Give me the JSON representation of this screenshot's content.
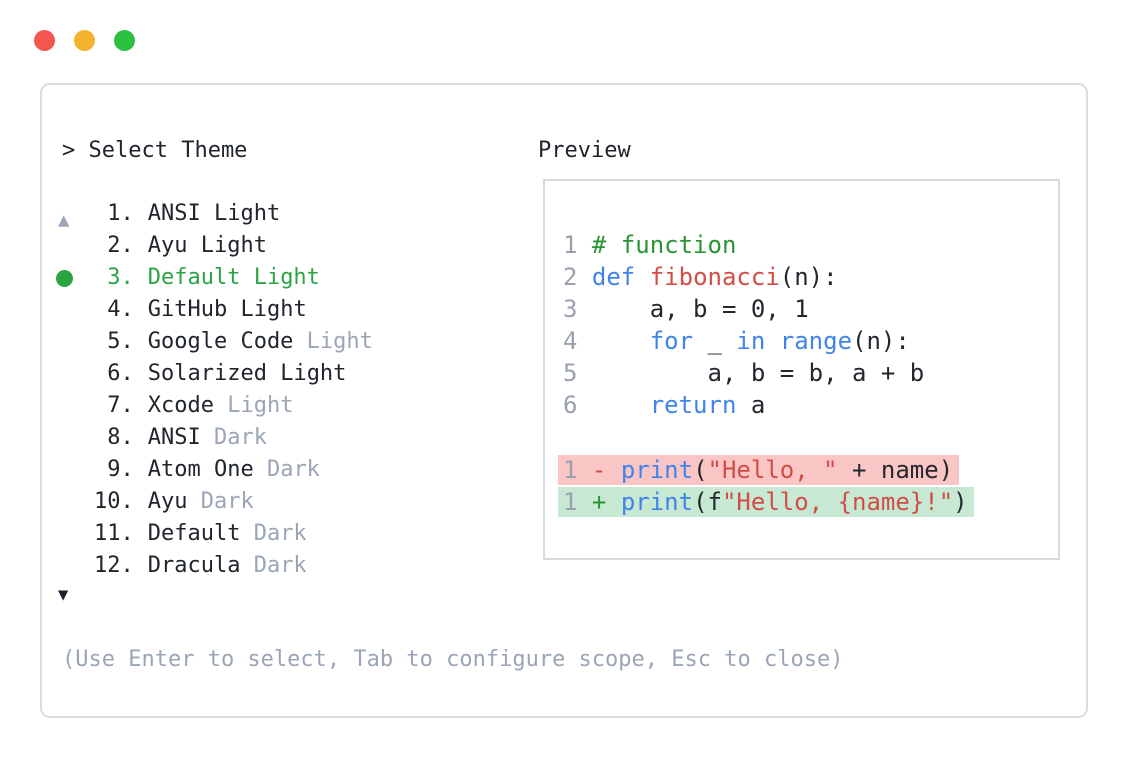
{
  "window": {
    "traffic_lights": [
      {
        "name": "close",
        "color": "#f2564f"
      },
      {
        "name": "minimize",
        "color": "#f3b32d"
      },
      {
        "name": "zoom",
        "color": "#2cc041"
      }
    ]
  },
  "theme_selector": {
    "prompt": "> Select Theme",
    "scroll_up_icon": "▲",
    "scroll_down_icon": "▼",
    "selected_index": 2,
    "items": [
      {
        "num": "1.",
        "name": "ANSI",
        "suffix": "Light",
        "suffix_muted": false,
        "selected": false
      },
      {
        "num": "2.",
        "name": "Ayu",
        "suffix": "Light",
        "suffix_muted": false,
        "selected": false
      },
      {
        "num": "3.",
        "name": "Default",
        "suffix": "Light",
        "suffix_muted": false,
        "selected": true
      },
      {
        "num": "4.",
        "name": "GitHub",
        "suffix": "Light",
        "suffix_muted": false,
        "selected": false
      },
      {
        "num": "5.",
        "name": "Google Code",
        "suffix": "Light",
        "suffix_muted": true,
        "selected": false
      },
      {
        "num": "6.",
        "name": "Solarized",
        "suffix": "Light",
        "suffix_muted": false,
        "selected": false
      },
      {
        "num": "7.",
        "name": "Xcode",
        "suffix": "Light",
        "suffix_muted": true,
        "selected": false
      },
      {
        "num": "8.",
        "name": "ANSI",
        "suffix": "Dark",
        "suffix_muted": true,
        "selected": false
      },
      {
        "num": "9.",
        "name": "Atom One",
        "suffix": "Dark",
        "suffix_muted": true,
        "selected": false
      },
      {
        "num": "10.",
        "name": "Ayu",
        "suffix": "Dark",
        "suffix_muted": true,
        "selected": false
      },
      {
        "num": "11.",
        "name": "Default",
        "suffix": "Dark",
        "suffix_muted": true,
        "selected": false
      },
      {
        "num": "12.",
        "name": "Dracula",
        "suffix": "Dark",
        "suffix_muted": true,
        "selected": false
      }
    ],
    "footer_hint": "(Use Enter to select, Tab to configure scope, Esc to close)"
  },
  "preview": {
    "label": "Preview",
    "code_lines": [
      {
        "ln": "1",
        "diff": "none",
        "tokens": [
          [
            "g",
            "# function"
          ]
        ]
      },
      {
        "ln": "2",
        "diff": "none",
        "tokens": [
          [
            "b",
            "def"
          ],
          [
            "d",
            " "
          ],
          [
            "r",
            "fibonacci"
          ],
          [
            "d",
            "(n):"
          ]
        ]
      },
      {
        "ln": "3",
        "diff": "none",
        "tokens": [
          [
            "d",
            "    a, b = 0, 1"
          ]
        ]
      },
      {
        "ln": "4",
        "diff": "none",
        "tokens": [
          [
            "d",
            "    "
          ],
          [
            "b",
            "for"
          ],
          [
            "d",
            " _ "
          ],
          [
            "b",
            "in"
          ],
          [
            "d",
            " "
          ],
          [
            "b",
            "range"
          ],
          [
            "d",
            "(n):"
          ]
        ]
      },
      {
        "ln": "5",
        "diff": "none",
        "tokens": [
          [
            "d",
            "        a, b = b, a + b"
          ]
        ]
      },
      {
        "ln": "6",
        "diff": "none",
        "tokens": [
          [
            "d",
            "    "
          ],
          [
            "b",
            "return"
          ],
          [
            "d",
            " a"
          ]
        ]
      },
      {
        "ln": "",
        "diff": "none",
        "tokens": []
      },
      {
        "ln": "1",
        "diff": "removed",
        "tokens": [
          [
            "r",
            "- "
          ],
          [
            "b",
            "print"
          ],
          [
            "d",
            "("
          ],
          [
            "r",
            "\"Hello, \""
          ],
          [
            "d",
            " + name)"
          ]
        ]
      },
      {
        "ln": "1",
        "diff": "added",
        "tokens": [
          [
            "g",
            "+ "
          ],
          [
            "b",
            "print"
          ],
          [
            "d",
            "(f"
          ],
          [
            "r",
            "\"Hello, {name}!\""
          ],
          [
            "d",
            ")"
          ]
        ]
      }
    ]
  },
  "colors": {
    "text_dark": "#20252d",
    "text_muted": "#9aa5b6",
    "selected_green": "#2ca444",
    "keyword_blue": "#4184e8",
    "string_red": "#d14d45",
    "comment_green": "#2b9434",
    "line_number_gray": "#98a1ad",
    "diff_removed_bg": "#f9c6c5",
    "diff_added_bg": "#c7e9d3",
    "border": "#d8dce3"
  }
}
